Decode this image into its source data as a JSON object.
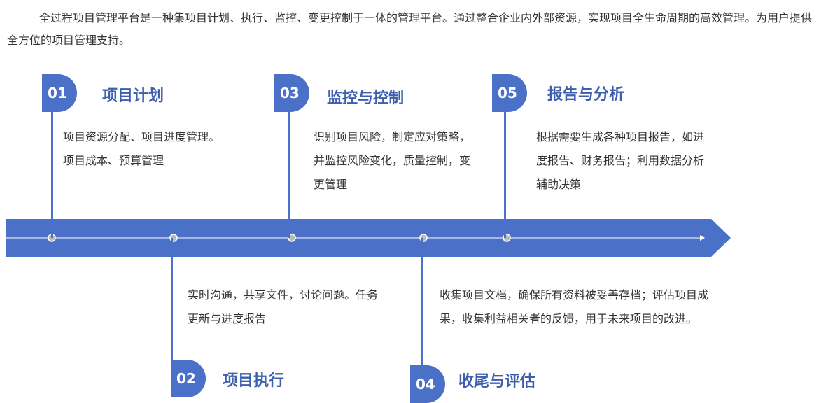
{
  "intro": "全过程项目管理平台是一种集项目计划、执行、监控、变更控制于一体的管理平台。通过整合企业内外部资源，实现项目全生命周期的高效管理。为用户提供全方位的项目管理支持。",
  "colors": {
    "accent": "#4a71c7",
    "title": "#3d5fae",
    "text": "#333333"
  },
  "steps": [
    {
      "num": "01",
      "title": "项目计划",
      "desc": "项目资源分配、项目进度管理。项目成本、预算管理"
    },
    {
      "num": "02",
      "title": "项目执行",
      "desc": "实时沟通，共享文件，讨论问题。任务更新与进度报告"
    },
    {
      "num": "03",
      "title": "监控与控制",
      "desc": "识别项目风险，制定应对策略，并监控风险变化，质量控制，变更管理"
    },
    {
      "num": "04",
      "title": "收尾与评估",
      "desc": "收集项目文档，确保所有资料被妥善存档；评估项目成果，收集利益相关者的反馈，用于未来项目的改进。"
    },
    {
      "num": "05",
      "title": "报告与分析",
      "desc": "根据需要生成各种项目报告，如进度报告、财务报告；利用数据分析辅助决策"
    }
  ]
}
